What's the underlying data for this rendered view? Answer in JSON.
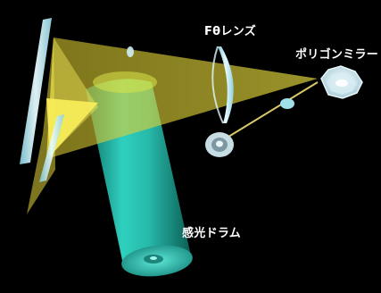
{
  "labels": {
    "ftheta_lens": "Fθレンズ",
    "polygon_mirror": "ポリゴンミラー",
    "photosensitive_drum": "感光ドラム"
  },
  "colors": {
    "background": "#000000",
    "drum": "#22b8a8",
    "beam": "#f2e640",
    "glass": "#bfe8f0",
    "label": "#ffffff"
  },
  "icons": [
    "polygon-mirror-icon",
    "laser-source-icon",
    "ftheta-lens-icon",
    "photosensitive-drum-icon"
  ]
}
